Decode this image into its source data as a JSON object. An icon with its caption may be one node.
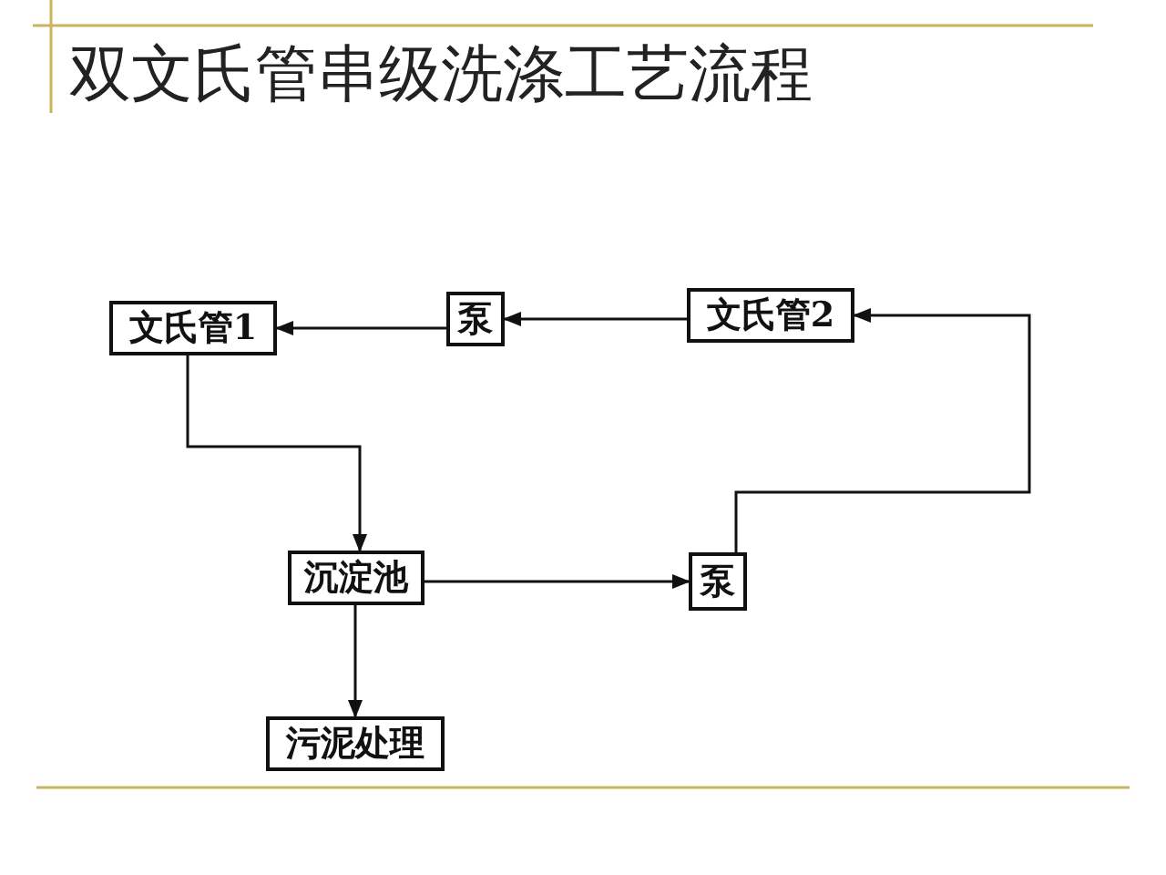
{
  "diagram": {
    "title": "双文氏管串级洗涤工艺流程",
    "nodes": [
      {
        "text": [
          "文氏管1"
        ]
      },
      {
        "text": [
          "泵"
        ]
      },
      {
        "text": [
          "文氏管2"
        ]
      },
      {
        "text": [
          "沉淀池"
        ]
      },
      {
        "text": [
          "泵"
        ]
      },
      {
        "text": [
          "污泥处理"
        ]
      }
    ],
    "edges": [
      {
        "from": 2,
        "to": 1,
        "arrow": "to"
      },
      {
        "from": 1,
        "to": 0,
        "arrow": "to"
      },
      {
        "from": 0,
        "to": 3,
        "arrow": "to"
      },
      {
        "from": 3,
        "to": 4,
        "arrow": "to"
      },
      {
        "from": 4,
        "to": 2,
        "arrow": "to"
      },
      {
        "from": 3,
        "to": 5,
        "arrow": "to"
      }
    ]
  }
}
